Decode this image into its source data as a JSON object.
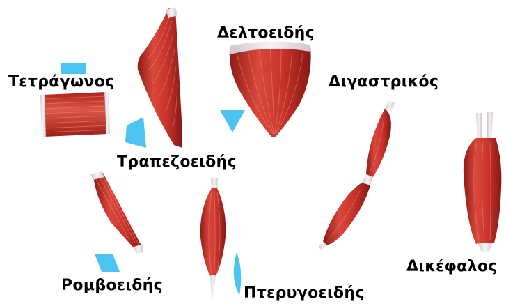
{
  "labels": {
    "quadrate": "Τετράγωνος",
    "deltoid": "Δελτοειδής",
    "digastric": "Διγαστρικός",
    "trapezoid": "Τραπεζοειδής",
    "biceps": "Δικέφαλος",
    "rhomboid": "Ρομβοειδής",
    "pterygoid": "Πτερυγοειδής"
  },
  "colors": {
    "muscle": "#c8332b",
    "muscle_dark": "#8e1c17",
    "muscle_light": "#e2715f",
    "tendon": "#ece6e8",
    "marker": "#4cc3f0",
    "text": "#000000",
    "background": "#ffffff"
  }
}
